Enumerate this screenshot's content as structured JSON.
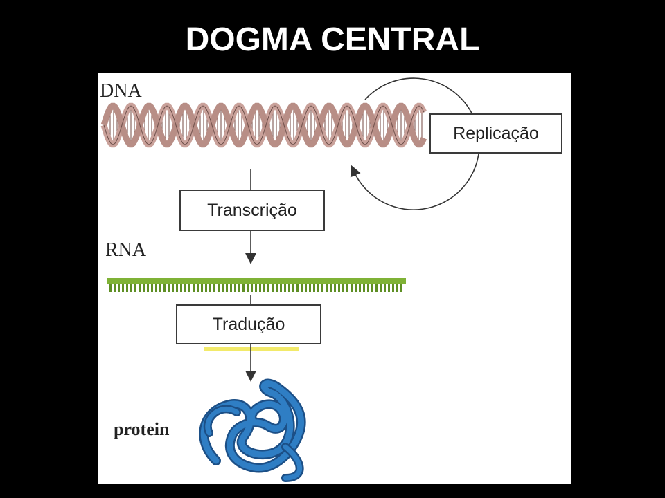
{
  "title": "DOGMA CENTRAL",
  "labels": {
    "dna": "DNA",
    "rna": "RNA",
    "protein": "protein"
  },
  "processes": {
    "replication": "Replicação",
    "transcription": "Transcrição",
    "translation": "Tradução"
  },
  "colors": {
    "dna_helix": "#c9a19a",
    "rna_strand": "#7fb236",
    "protein": "#2f7ec4",
    "translation_highlight": "#f2ea6a"
  }
}
